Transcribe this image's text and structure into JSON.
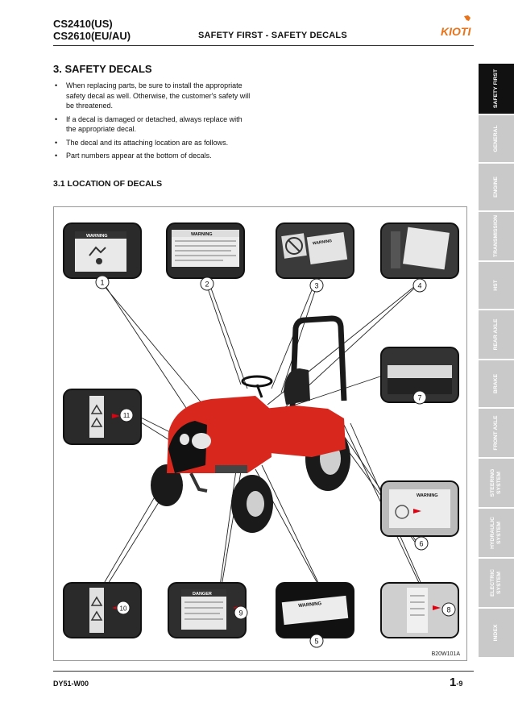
{
  "header": {
    "model_line1": "CS2410(US)",
    "model_line2": "CS2610(EU/AU)",
    "title": "SAFETY FIRST - SAFETY DECALS",
    "logo_text": "KIOTI"
  },
  "section": {
    "heading": "3. SAFETY DECALS",
    "bullets": [
      "When replacing parts, be sure to install the appropriate safety decal as well. Otherwise, the customer's safety will be threatened.",
      "If a decal is damaged or detached, always replace with the appropriate decal.",
      "The decal and its attaching location are as follows.",
      "Part numbers appear at the bottom of decals."
    ]
  },
  "subsection": {
    "heading": "3.1  LOCATION OF DECALS"
  },
  "figure": {
    "code": "B20W101A",
    "callouts": [
      "1",
      "2",
      "3",
      "4",
      "5",
      "6",
      "7",
      "8",
      "9",
      "10",
      "11"
    ],
    "decal_texts": {
      "warning": "WARNING",
      "danger": "DANGER"
    }
  },
  "footer": {
    "doc_code": "DY51-W00",
    "page_major": "1",
    "page_minor": "-9"
  },
  "side_tabs": [
    {
      "label": "SAFETY FIRST",
      "active": true
    },
    {
      "label": "GENERAL",
      "active": false
    },
    {
      "label": "ENGINE",
      "active": false
    },
    {
      "label": "TRANSMISSION",
      "active": false
    },
    {
      "label": "HST",
      "active": false
    },
    {
      "label": "REAR AXLE",
      "active": false
    },
    {
      "label": "BRAKE",
      "active": false
    },
    {
      "label": "FRONT AXLE",
      "active": false
    },
    {
      "label": "STEERING SYSTEM",
      "active": false
    },
    {
      "label": "HYDRAULIC SYSTEM",
      "active": false
    },
    {
      "label": "ELECTRIC SYSTEM",
      "active": false
    },
    {
      "label": "INDEX",
      "active": false
    }
  ],
  "colors": {
    "tractor_red": "#d8281e",
    "logo_orange": "#e8731a",
    "tab_gray": "#c9c9c9",
    "tab_active": "#111111"
  }
}
